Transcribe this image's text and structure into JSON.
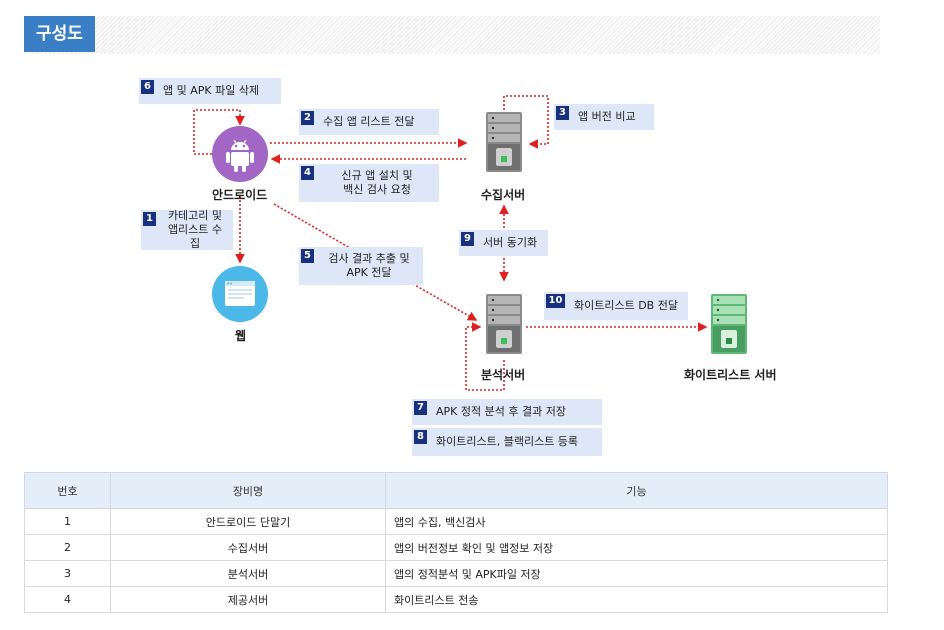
{
  "header": {
    "title": "구성도"
  },
  "steps": [
    {
      "num": "6",
      "text": "앱 및 APK 파일 삭제"
    },
    {
      "num": "2",
      "text": "수집 앱 리스트 전달"
    },
    {
      "num": "3",
      "text": "앱 버전 비교"
    },
    {
      "num": "4",
      "text": "신규 앱 설치 및\n백신 검사 요청"
    },
    {
      "num": "1",
      "text": "카테고리 및\n앱리스트 수집"
    },
    {
      "num": "5",
      "text": "검사 결과 추출 및\nAPK 전달"
    },
    {
      "num": "9",
      "text": "서버 동기화"
    },
    {
      "num": "10",
      "text": "화이트리스트 DB 전달"
    },
    {
      "num": "7",
      "text": "APK 정적 분석 후 결과 저장"
    },
    {
      "num": "8",
      "text": "화이트리스트, 블랙리스트 등록"
    }
  ],
  "nodes": {
    "android": "안드로이드",
    "web": "웹",
    "collect_server": "수집서버",
    "analysis_server": "분석서버",
    "whitelist_server": "화이트리스트 서버"
  },
  "table": {
    "headers": [
      "번호",
      "장비명",
      "기능"
    ],
    "rows": [
      [
        "1",
        "안드로이드 단말기",
        "앱의 수집, 백신검사"
      ],
      [
        "2",
        "수집서버",
        "앱의 버전정보 확인 및 앱정보 저장"
      ],
      [
        "3",
        "분석서버",
        "앱의 정적분석 및 APK파일 저장"
      ],
      [
        "4",
        "제공서버",
        "화이트리스트 전송"
      ]
    ]
  },
  "colors": {
    "accent": "#3a7fc6",
    "step_bg": "#dde7f7",
    "num_bg": "#17307f",
    "arrow": "#e02020",
    "android": "#a267c4",
    "web": "#4bb8e8"
  }
}
